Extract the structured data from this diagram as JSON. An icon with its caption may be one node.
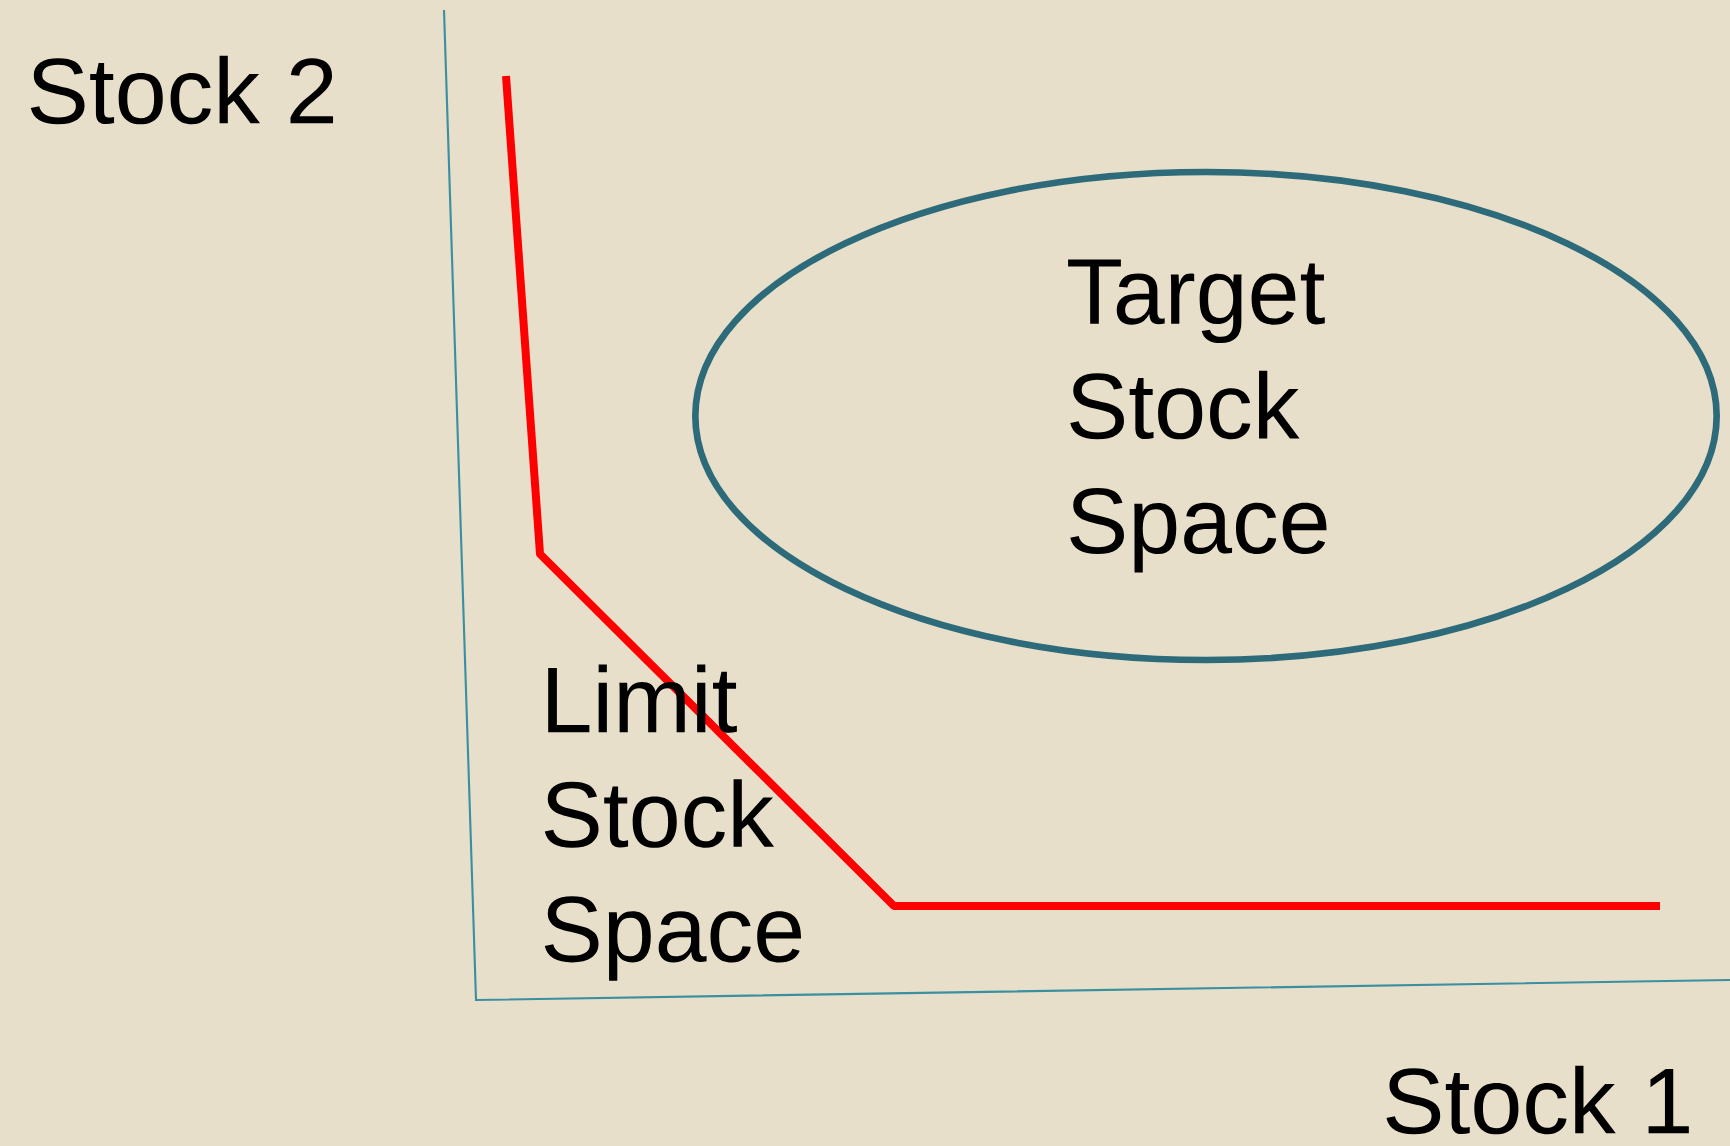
{
  "diagram": {
    "nodes": [
      {
        "text": [
          "Target Stock Space"
        ]
      }
    ],
    "edges": [],
    "labels": [
      "Stock 2",
      "Limit Stock Space",
      "Stock 1"
    ]
  }
}
